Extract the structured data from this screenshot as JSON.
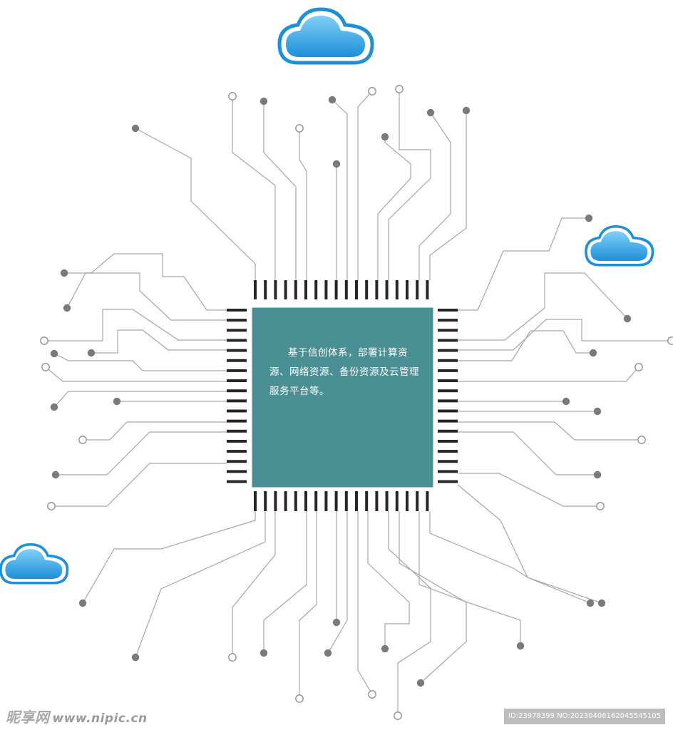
{
  "chip": {
    "description": "基于信创体系，部署计算资源、网络资源、备份资源及云管理服务平台等。",
    "body_color": "#4a8f94",
    "pin_color": "#2b2426"
  },
  "trace_color": "#a6a6a6",
  "node_colors": {
    "filled": "#7a7a7a",
    "hollow": "#8c8c8c"
  },
  "cloud_colors": {
    "outer": "#1f8fd6",
    "inner": "#3aa7e8"
  },
  "icons": [
    "cloud-icon",
    "cloud-icon",
    "cloud-icon"
  ],
  "watermark": {
    "site_cn": "昵享网",
    "site_url": "www.nipic.cn",
    "id_text": "ID:23978399 NO:20230406162045545105"
  }
}
